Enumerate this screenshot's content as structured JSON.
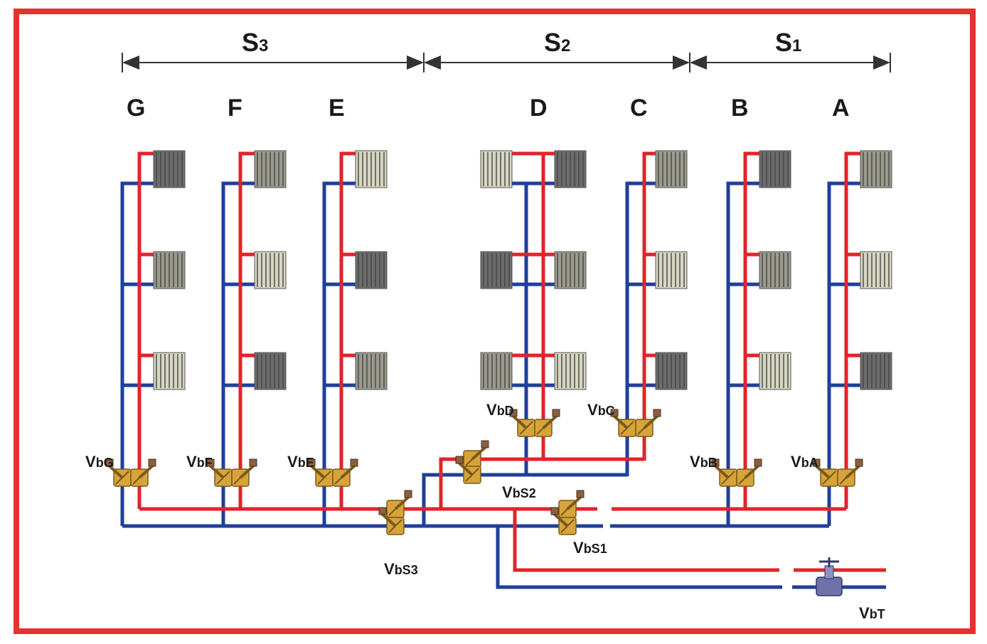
{
  "colors": {
    "border": "#e8302e",
    "supply": "#e1242a",
    "return": "#1f3f9a",
    "valve_body": "#d7a43a",
    "radiator_dark": "#6c6c6c",
    "radiator_mid": "#9a9a8e",
    "radiator_light": "#d6d6c2"
  },
  "sections": [
    {
      "id": "S3",
      "label": "S",
      "sub": "3"
    },
    {
      "id": "S2",
      "label": "S",
      "sub": "2"
    },
    {
      "id": "S1",
      "label": "S",
      "sub": "1"
    }
  ],
  "risers": [
    {
      "id": "G",
      "label": "G"
    },
    {
      "id": "F",
      "label": "F"
    },
    {
      "id": "E",
      "label": "E"
    },
    {
      "id": "D",
      "label": "D"
    },
    {
      "id": "C",
      "label": "C"
    },
    {
      "id": "B",
      "label": "B"
    },
    {
      "id": "A",
      "label": "A"
    }
  ],
  "valves": {
    "VbG": {
      "main": "V",
      "sub": "bG"
    },
    "VbF": {
      "main": "V",
      "sub": "bF"
    },
    "VbE": {
      "main": "V",
      "sub": "bE"
    },
    "VbD": {
      "main": "V",
      "sub": "bD"
    },
    "VbC": {
      "main": "V",
      "sub": "bC"
    },
    "VbB": {
      "main": "V",
      "sub": "bB"
    },
    "VbA": {
      "main": "V",
      "sub": "bA"
    },
    "VbS3": {
      "main": "V",
      "sub": "bS3"
    },
    "VbS2": {
      "main": "V",
      "sub": "bS2"
    },
    "VbS1": {
      "main": "V",
      "sub": "bS1"
    },
    "VbT": {
      "main": "V",
      "sub": "bT"
    }
  }
}
